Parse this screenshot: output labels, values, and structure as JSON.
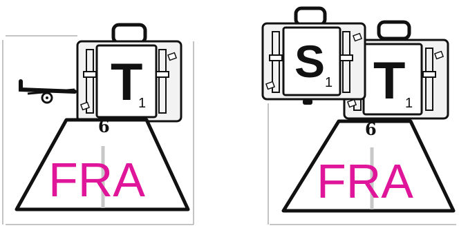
{
  "colors": {
    "destination": "#e0169a",
    "outline": "#111111",
    "case_fill": "#f2f2f2",
    "case_inner": "#ffffff"
  },
  "left_panel": {
    "suitcase": {
      "letter": "T",
      "subscript": "1"
    },
    "platform_number": "6",
    "destination": "FRA"
  },
  "right_panel": {
    "suitcase_back": {
      "letter": "T",
      "subscript": "1"
    },
    "suitcase_front": {
      "letter": "S",
      "subscript": "1"
    },
    "platform_number": "6",
    "destination": "FRA"
  }
}
